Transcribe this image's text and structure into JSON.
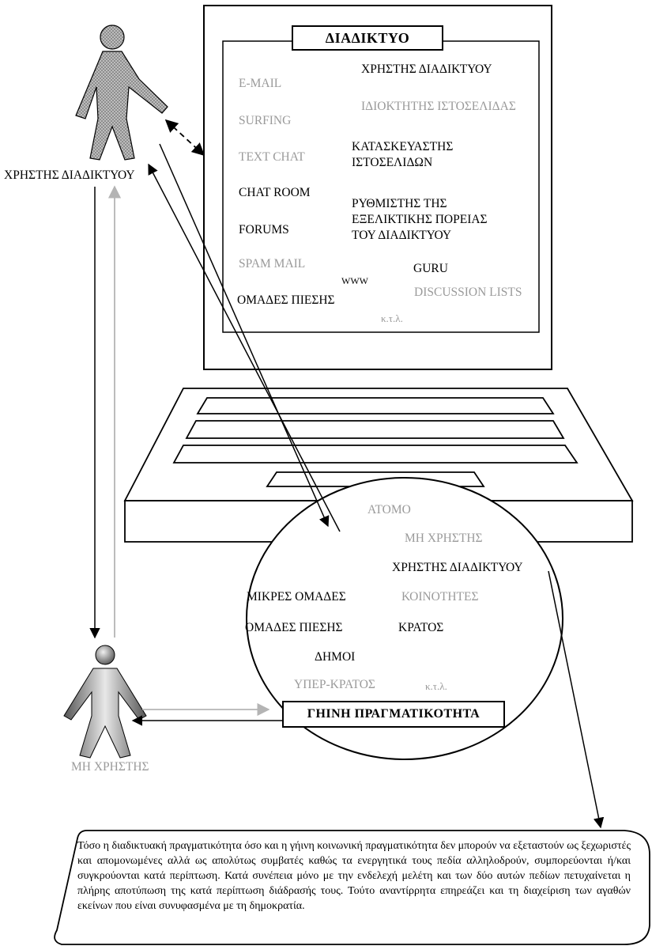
{
  "internet": {
    "title": "ΔΙΑΔΙΚΤΥΟ",
    "left_col": [
      {
        "text": "E-MAIL",
        "tone": "gray"
      },
      {
        "text": "SURFING",
        "tone": "gray"
      },
      {
        "text": "TEXT CHAT",
        "tone": "gray"
      },
      {
        "text": "CHAT ROOM",
        "tone": "black"
      },
      {
        "text": "FORUMS",
        "tone": "black"
      },
      {
        "text": "SPAM MAIL",
        "tone": "gray"
      },
      {
        "text": "ΟΜΑΔΕΣ ΠΙΕΣΗΣ",
        "tone": "black"
      }
    ],
    "right_col": {
      "user": "ΧΡΗΣΤΗΣ ΔΙΑΔΙΚΤΥΟΥ",
      "owner": "ΙΔΙΟΚΤΗΤΗΣ ΙΣΤΟΣΕΛΙΔΑΣ",
      "builder_1": "ΚΑΤΑΣΚΕΥΑΣΤΗΣ",
      "builder_2": "ΙΣΤΟΣΕΛΙΔΩΝ",
      "regulator_1": "ΡΥΘΜΙΣΤΗΣ ΤΗΣ",
      "regulator_2": "ΕΞΕΛΙΚΤΙΚΗΣ ΠΟΡΕΙΑΣ",
      "regulator_3": "ΤΟΥ ΔΙΑΔΙΚΤΥΟΥ",
      "guru": "GURU",
      "www": "WWW",
      "discussion": "DISCUSSION LISTS",
      "etc": "κ.τ.λ."
    }
  },
  "figures": {
    "top_label": "ΧΡΗΣΤΗΣ ΔΙΑΔΙΚΤΥΟΥ",
    "bottom_label": "ΜΗ ΧΡΗΣΤΗΣ"
  },
  "reality": {
    "title": "ΓΗΙΝΗ ΠΡΑΓΜΑΤΙΚΟΤΗΤΑ",
    "atomo": "ΑΤΟΜΟ",
    "non_user": "ΜΗ ΧΡΗΣΤΗΣ",
    "user": "ΧΡΗΣΤΗΣ ΔΙΑΔΙΚΤΥΟΥ",
    "small_groups": "ΜΙΚΡΕΣ ΟΜΑΔΕΣ",
    "communities": "ΚΟΙΝΟΤΗΤΕΣ",
    "pressure_groups": "ΟΜΑΔΕΣ ΠΙΕΣΗΣ",
    "state": "ΚΡΑΤΟΣ",
    "municipalities": "ΔΗΜΟΙ",
    "super_state": "ΥΠΕΡ-ΚΡΑΤΟΣ",
    "etc": "κ.τ.λ."
  },
  "note": {
    "text": "Τόσο η διαδικτυακή πραγματικότητα όσο και η γήινη κοινωνική πραγματικότητα δεν μπορούν να εξεταστούν ως ξεχωριστές και απομονωμένες αλλά ως απολύτως συμβατές καθώς τα ενεργητικά τους πεδία αλληλοδρούν, συμπορεύονται ή/και συγκρούονται κατά περίπτωση. Κατά συνέπεια μόνο με την ενδελεχή μελέτη και των δύο αυτών πεδίων πετυχαίνεται η πλήρης αποτύπωση της κατά περίπτωση διάδρασής τους. Τούτο αναντίρρητα επηρεάζει και τη διαχείριση των αγαθών εκείνων που είναι συνυφασμένα με τη δημοκρατία."
  },
  "colors": {
    "gray_text": "#9a9a9a",
    "line": "#000000",
    "gray_arrow": "#b4b4b4"
  }
}
